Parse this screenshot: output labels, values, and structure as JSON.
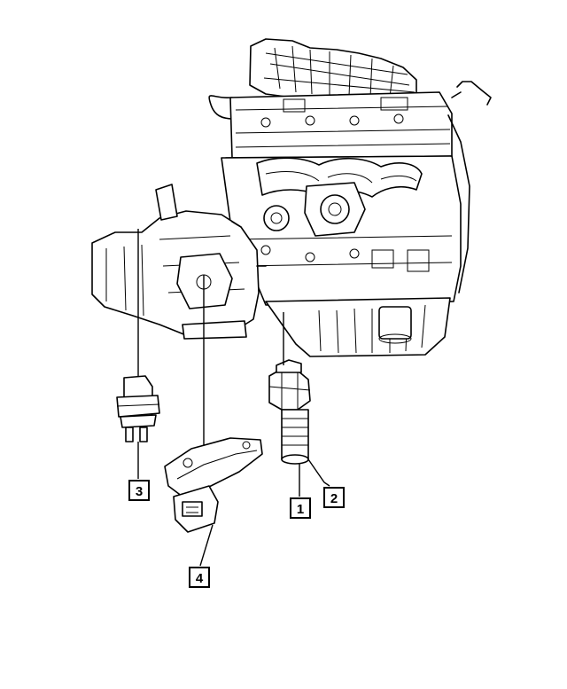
{
  "callouts": [
    {
      "id": "c1",
      "label": "1"
    },
    {
      "id": "c2",
      "label": "2"
    },
    {
      "id": "c3",
      "label": "3"
    },
    {
      "id": "c4",
      "label": "4"
    }
  ],
  "colors": {
    "line": "#000000",
    "background": "#ffffff"
  }
}
